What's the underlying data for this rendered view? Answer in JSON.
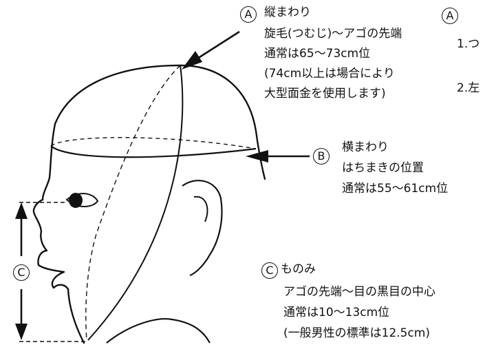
{
  "markers": {
    "a": "A",
    "b": "B",
    "c": "C"
  },
  "vertical": {
    "title": "縦まわり",
    "lines": [
      "旋毛(つむじ)〜アゴの先端",
      "通常は65〜73cm位",
      "(74cm以上は場合により",
      "大型面金を使用します)"
    ]
  },
  "horizontal": {
    "title": "横まわり",
    "lines": [
      "はちまきの位置",
      "通常は55〜61cm位"
    ]
  },
  "monomi": {
    "title": "ものみ",
    "lines": [
      "アゴの先端〜目の黒目の中心",
      "通常は10〜13cm位",
      "(一般男性の標準は12.5cm)"
    ]
  },
  "cut_right": {
    "line1": "1.つ",
    "line2": "2.左"
  }
}
